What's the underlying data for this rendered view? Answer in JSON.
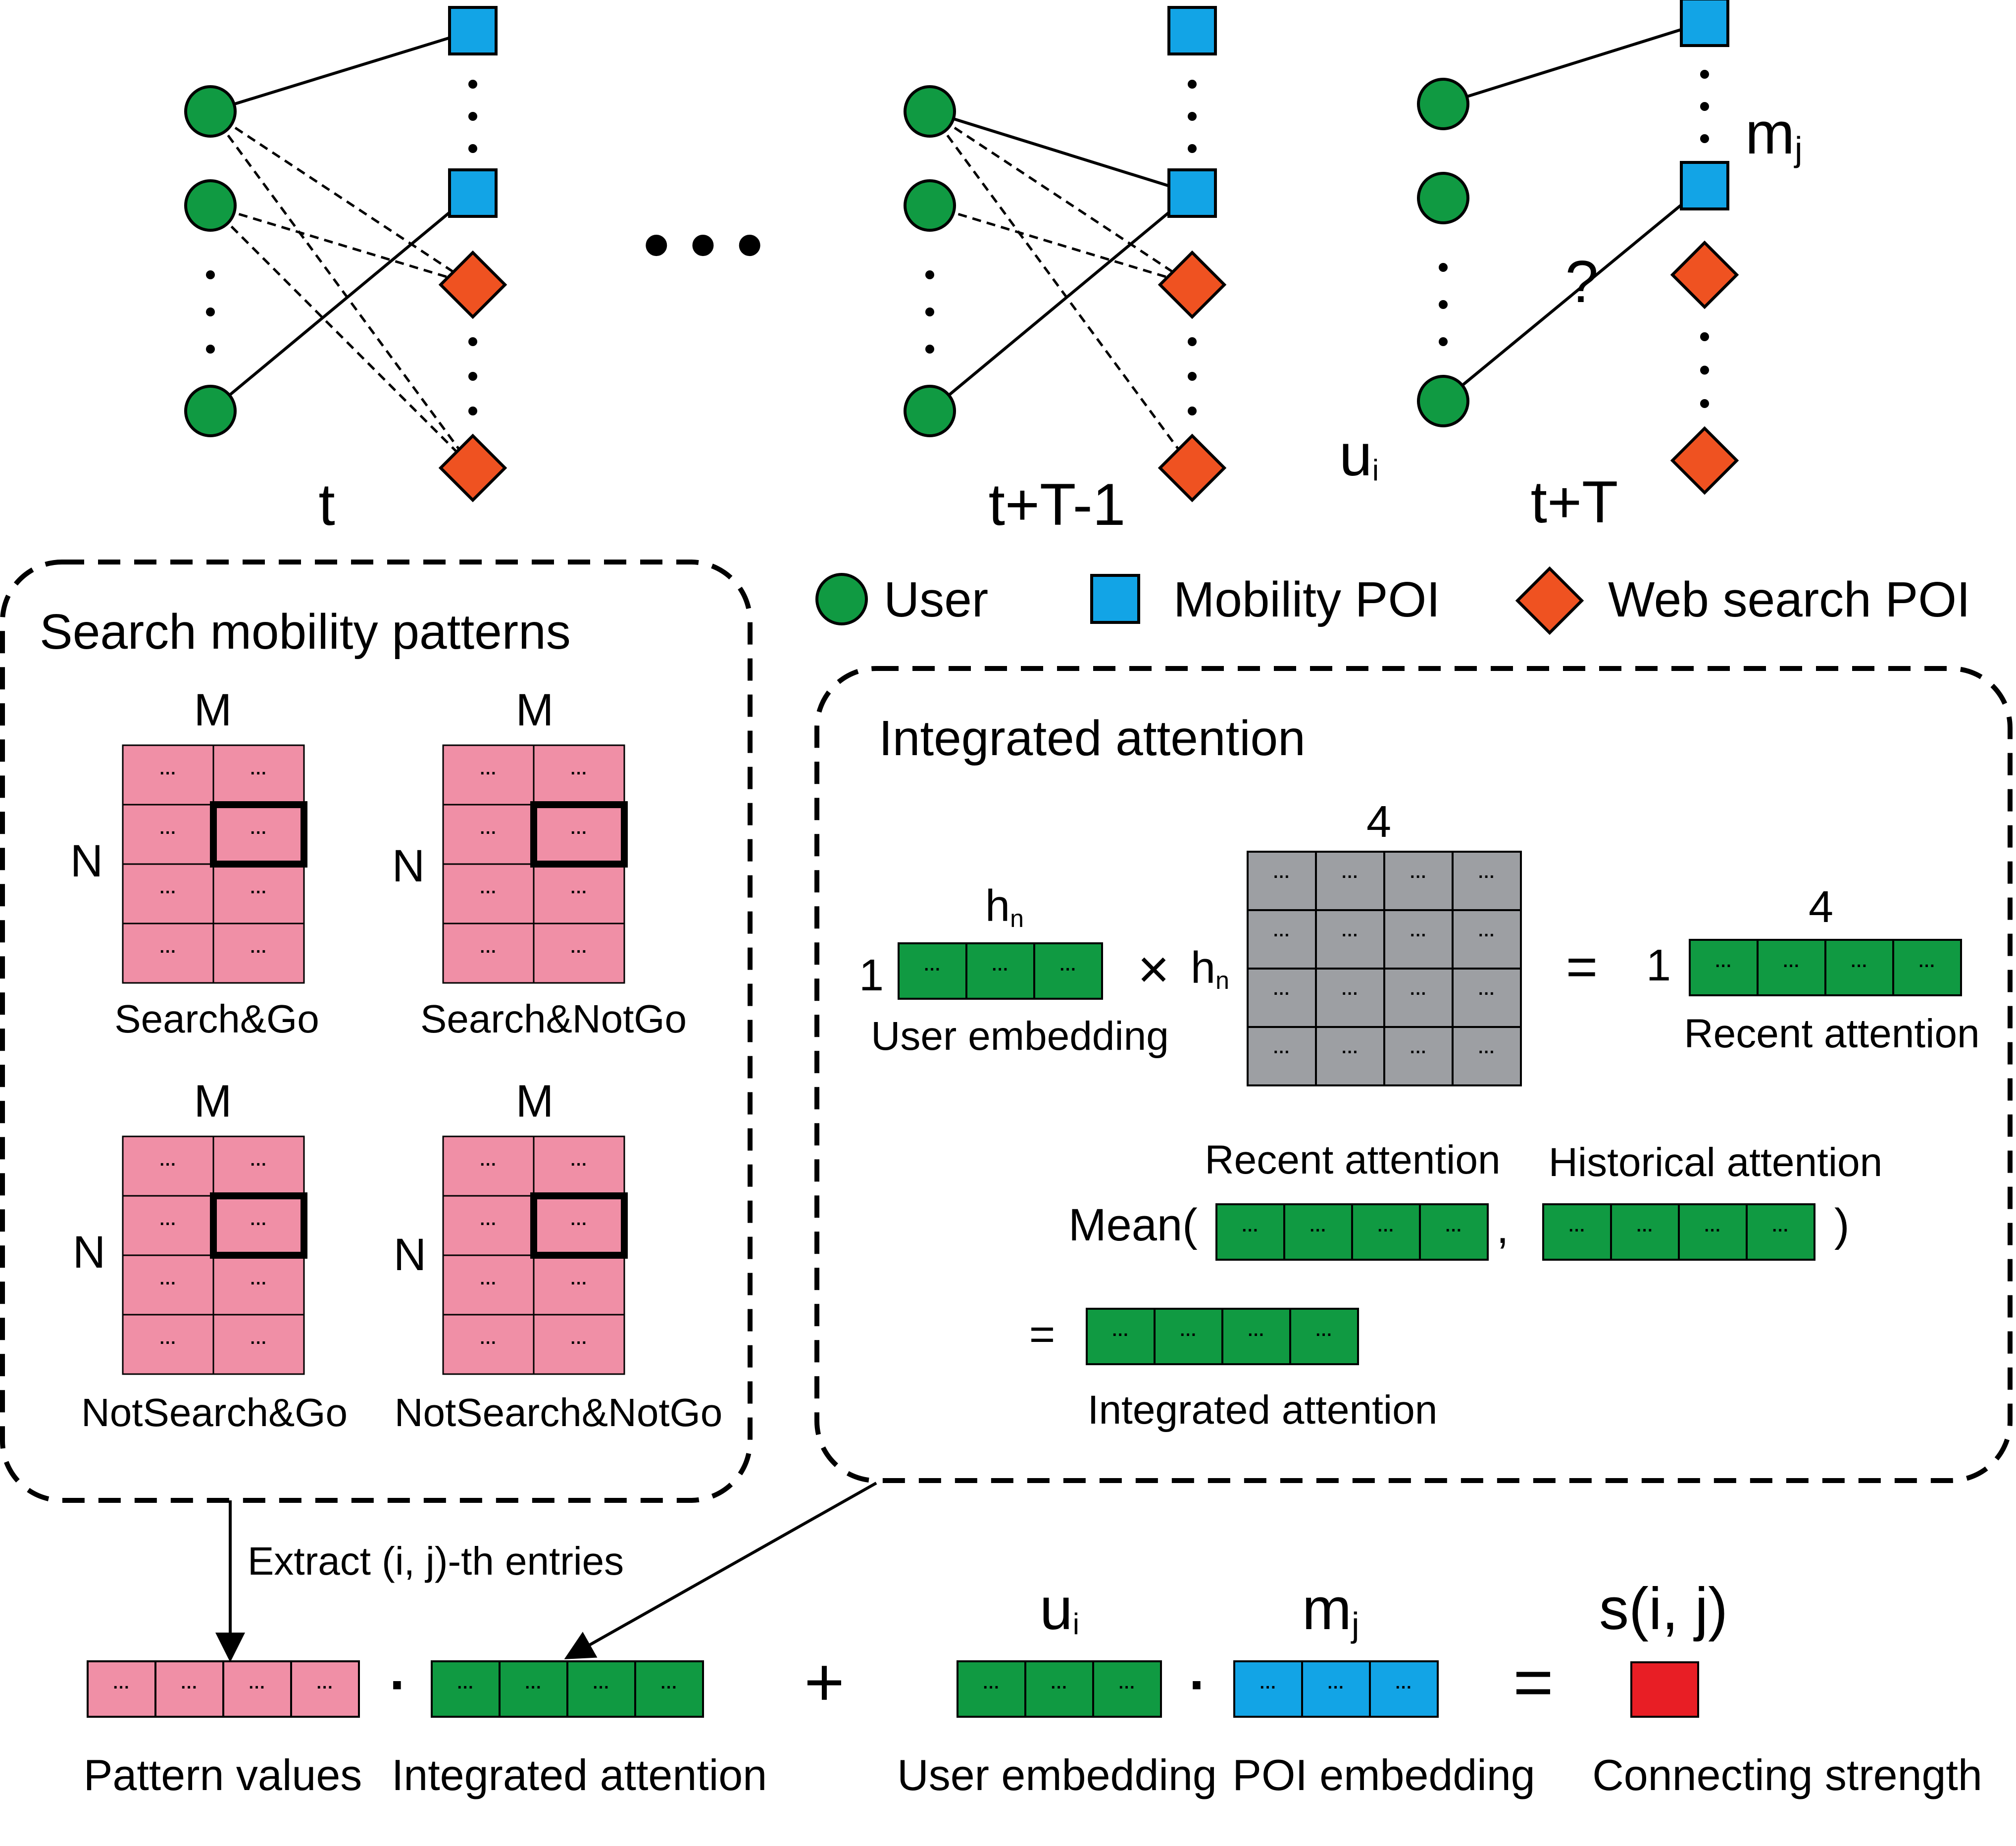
{
  "colors": {
    "user": "#109a42",
    "mobility_poi": "#12a4e6",
    "web_search_poi": "#ef5221",
    "pattern_cell": "#f08fa6",
    "hidden_matrix": "#9d9fa3",
    "strength": "#e81e25"
  },
  "graph": {
    "dots_between": "•  •  •",
    "panels": [
      {
        "time_label": "t"
      },
      {
        "time_label": "t+T-1"
      },
      {
        "time_label": "t+T",
        "user_label": "u",
        "user_sub": "i",
        "poi_label": "m",
        "poi_sub": "j",
        "question": "?"
      }
    ]
  },
  "legend": {
    "user": "User",
    "mobility_poi": "Mobility POI",
    "web_search_poi": "Web search POI"
  },
  "patterns": {
    "title": "Search mobility patterns",
    "cell": "...",
    "matrices": [
      {
        "name": "Search&Go",
        "m": "M",
        "n": "N"
      },
      {
        "name": "Search&NotGo",
        "m": "M",
        "n": "N"
      },
      {
        "name": "NotSearch&Go",
        "m": "M",
        "n": "N"
      },
      {
        "name": "NotSearch&NotGo",
        "m": "M",
        "n": "N"
      }
    ]
  },
  "attention": {
    "title": "Integrated attention",
    "one_left": "1",
    "hn_top": "h",
    "hn_top_sub": "n",
    "user_embedding": "User embedding",
    "times": "×",
    "hn_side": "h",
    "hn_side_sub": "n",
    "matrix_dim": "4",
    "equals": "=",
    "one_right": "1",
    "recent_dim": "4",
    "recent_attention": "Recent attention",
    "mean_recent_label": "Recent attention",
    "historical_label": "Historical attention",
    "mean_open": "Mean(",
    "comma": ",",
    "mean_close": ")",
    "equals2": "=",
    "integrated_label": "Integrated attention"
  },
  "formula": {
    "extract_label": "Extract (i, j)-th entries",
    "dot1": "·",
    "plus": "+",
    "dot2": "·",
    "equals": "=",
    "u_label": "u",
    "u_sub": "i",
    "m_label": "m",
    "m_sub": "j",
    "s_label": "s(i, j)",
    "pattern_values": "Pattern values",
    "integrated_attention": "Integrated attention",
    "user_embedding": "User embedding",
    "poi_embedding": "POI embedding",
    "connecting_strength": "Connecting strength"
  }
}
